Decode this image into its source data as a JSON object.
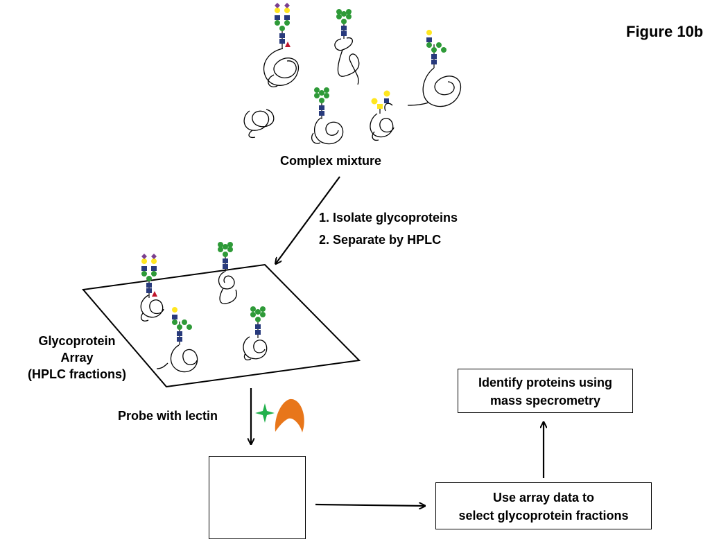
{
  "figure_label": "Figure 10b",
  "mixture_label": "Complex mixture",
  "steps": [
    "1.  Isolate glycoproteins",
    "2.  Separate by HPLC"
  ],
  "array_label": [
    "Glycoprotein",
    "Array",
    "(HPLC fractions)"
  ],
  "probe_label": "Probe with lectin",
  "identify_box": [
    "Identify proteins using",
    "mass specrometry"
  ],
  "select_box": [
    "Use array data to",
    "select glycoprotein fractions"
  ],
  "colors": {
    "sialic_acid": "#7b3f8f",
    "galactose": "#ffe620",
    "glcnac": "#283a7c",
    "mannose": "#2e9a38",
    "fucose": "#c0152c",
    "lectin_orange": "#e8761a",
    "lectin_star": "#22b14c",
    "spot_positive": "#e21414"
  }
}
